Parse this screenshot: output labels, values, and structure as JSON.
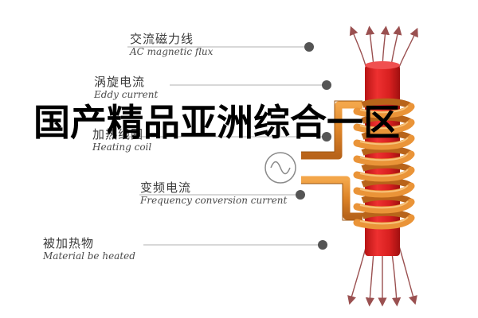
{
  "labels": {
    "ac_flux": {
      "zh": "交流磁力线",
      "en": "AC magnetic flux"
    },
    "eddy": {
      "zh": "涡旋电流",
      "en": "Eddy current"
    },
    "coil": {
      "zh": "加热线圈",
      "en": "Heating coil"
    },
    "freq": {
      "zh": "变频电流",
      "en": "Frequency conversion current"
    },
    "material": {
      "zh": "被加热物",
      "en": "Material be heated"
    }
  },
  "watermark": "国产精品亚洲综合一区",
  "colors": {
    "rod": "#e02424",
    "coil": "#e08a2e",
    "leader": "#b0b0b0",
    "dot": "#555555",
    "arrow": "#9a5050"
  }
}
